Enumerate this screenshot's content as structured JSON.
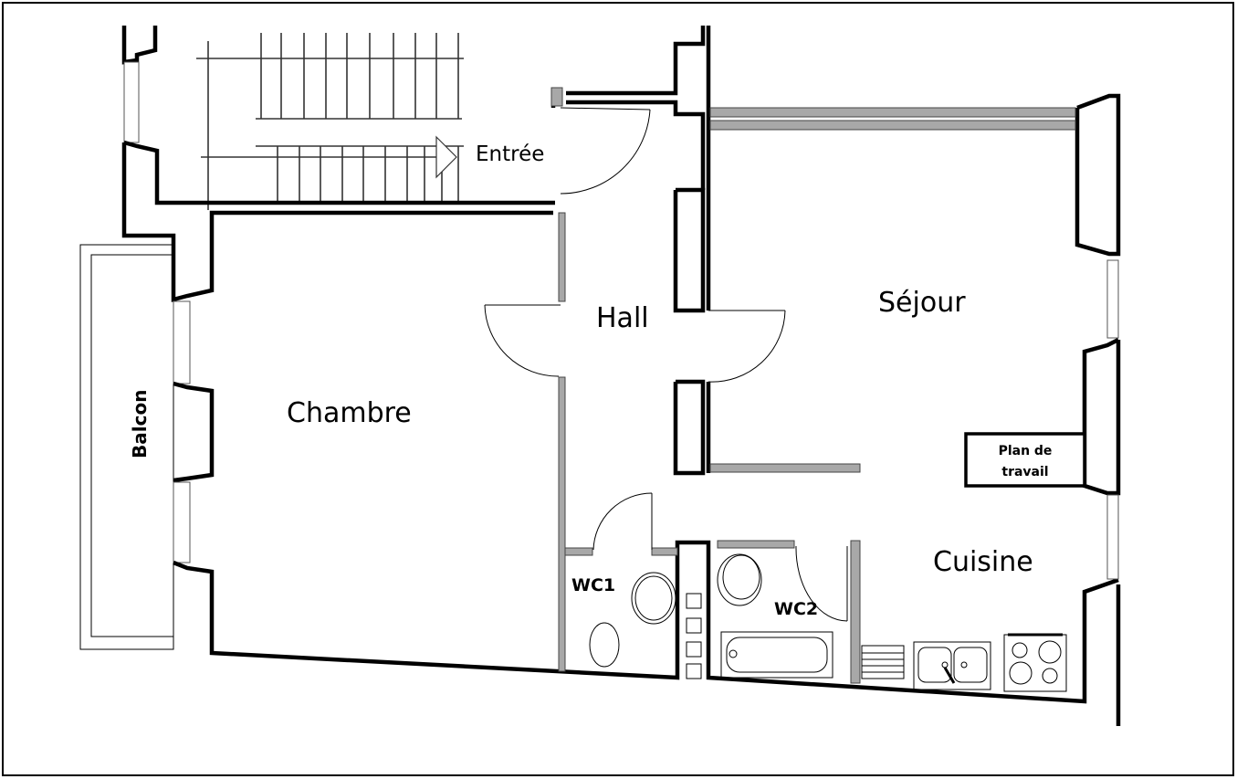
{
  "plan": {
    "rooms": {
      "entree": "Entrée",
      "hall": "Hall",
      "sejour": "Séjour",
      "chambre": "Chambre",
      "cuisine": "Cuisine",
      "wc1": "WC1",
      "wc2": "WC2",
      "balcon": "Balcon"
    },
    "fixtures": {
      "plan_de_travail_line1": "Plan de",
      "plan_de_travail_line2": "travail"
    }
  }
}
